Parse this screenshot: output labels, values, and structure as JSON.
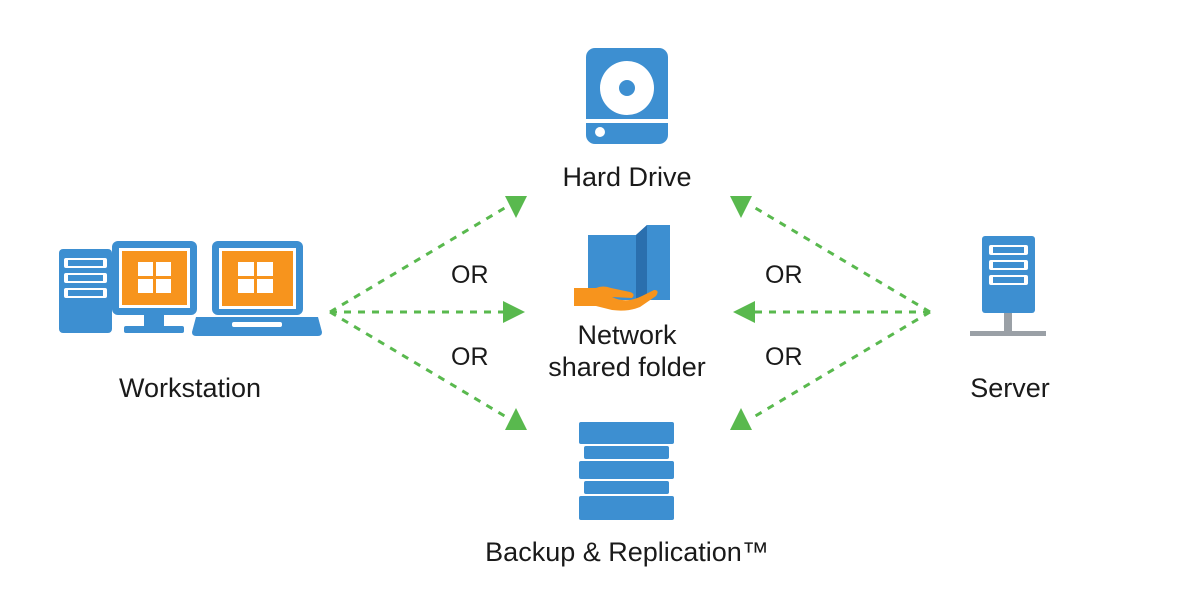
{
  "nodes": {
    "workstation": {
      "label": "Workstation"
    },
    "hard_drive": {
      "label": "Hard Drive"
    },
    "network_folder": {
      "label_line1": "Network",
      "label_line2": "shared folder"
    },
    "backup": {
      "label": "Backup & Replication™"
    },
    "server": {
      "label": "Server"
    }
  },
  "connectors": {
    "or_left_top": "OR",
    "or_left_bottom": "OR",
    "or_right_top": "OR",
    "or_right_bottom": "OR"
  },
  "colors": {
    "icon_blue": "#3d8fd1",
    "icon_blue_dark": "#2a6fae",
    "windows_orange": "#f7941d",
    "arrow_green": "#59b94e",
    "text": "#1a1a1a"
  },
  "icons": {
    "workstation": [
      "desktop-tower-icon",
      "monitor-icon",
      "laptop-icon",
      "windows-logo-icon"
    ],
    "hard_drive": "hard-drive-icon",
    "network_folder": [
      "folder-icon",
      "hand-icon"
    ],
    "backup": "server-stack-icon",
    "server": "server-tower-icon"
  }
}
